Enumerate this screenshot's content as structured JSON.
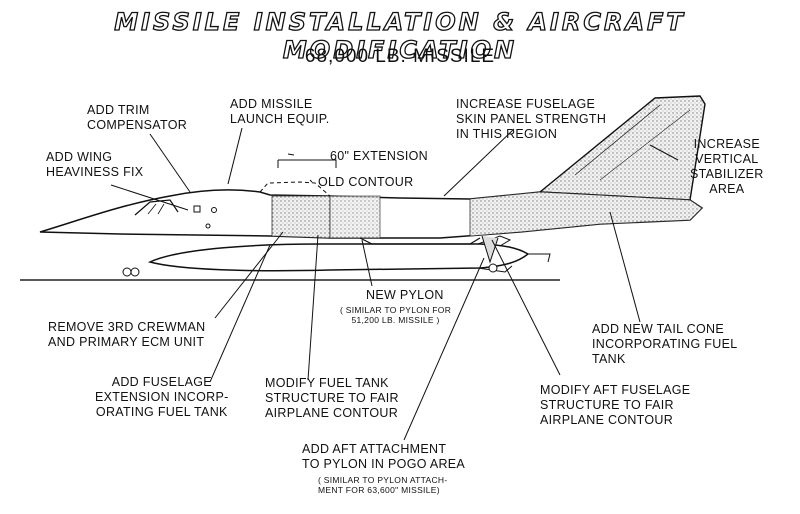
{
  "title": "MISSILE INSTALLATION & AIRCRAFT MODIFICATION",
  "subtitle": "68,000 LB. MISSILE",
  "labels": {
    "trim": "ADD TRIM\nCOMPENSATOR",
    "launch": "ADD MISSILE\nLAUNCH EQUIP.",
    "fuselage_skin": "INCREASE FUSELAGE\nSKIN PANEL STRENGTH\nIN THIS REGION",
    "vertical": "INCREASE\nVERTICAL\nSTABILIZER\nAREA",
    "extension": "60\" EXTENSION",
    "old_contour": "OLD CONTOUR",
    "wing_fix": "ADD WING\nHEAVINESS FIX",
    "remove_crew": "REMOVE 3RD CREWMAN\nAND PRIMARY ECM UNIT",
    "new_pylon": "NEW PYLON",
    "new_pylon_note": "( SIMILAR TO PYLON FOR\n51,200 LB. MISSILE )",
    "tail_cone": "ADD NEW TAIL CONE\nINCORPORATING FUEL\nTANK",
    "fus_ext": "ADD FUSELAGE\nEXTENSION INCORP-\nORATING FUEL TANK",
    "fuel_tank": "MODIFY FUEL TANK\nSTRUCTURE TO FAIR\nAIRPLANE CONTOUR",
    "aft_fuselage": "MODIFY AFT FUSELAGE\nSTRUCTURE TO FAIR\nAIRPLANE CONTOUR",
    "aft_attach": "ADD AFT ATTACHMENT\nTO PYLON IN POGO AREA",
    "aft_attach_note": "( SIMILAR TO PYLON ATTACH-\nMENT FOR 63,600\" MISSILE)"
  }
}
